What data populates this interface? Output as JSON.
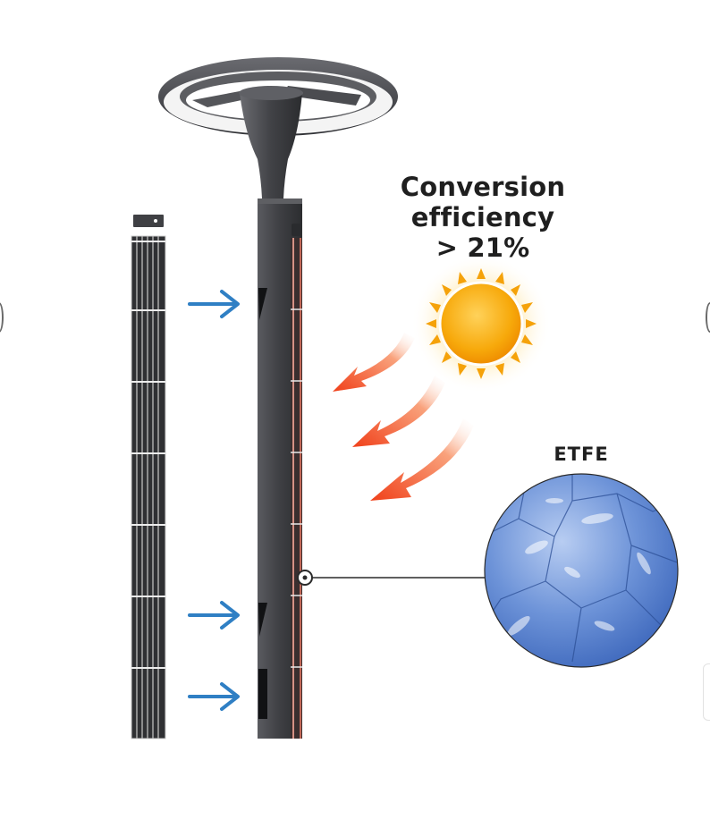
{
  "headline": {
    "line1": "Conversion",
    "line2": "efficiency",
    "line3": "> 21%"
  },
  "material_label": "ETFE",
  "colors": {
    "pole": "#4a4b4f",
    "panel": "#2f3033",
    "arrow_blue": "#2f7fc4",
    "sun_core": "#f7a90b",
    "heat_arrow": "#f24a1c",
    "etfe_blue": "#5b86d4"
  },
  "icons": [
    "sun-icon",
    "blue-arrow-icon",
    "heat-arrow-icon",
    "etfe-texture"
  ]
}
